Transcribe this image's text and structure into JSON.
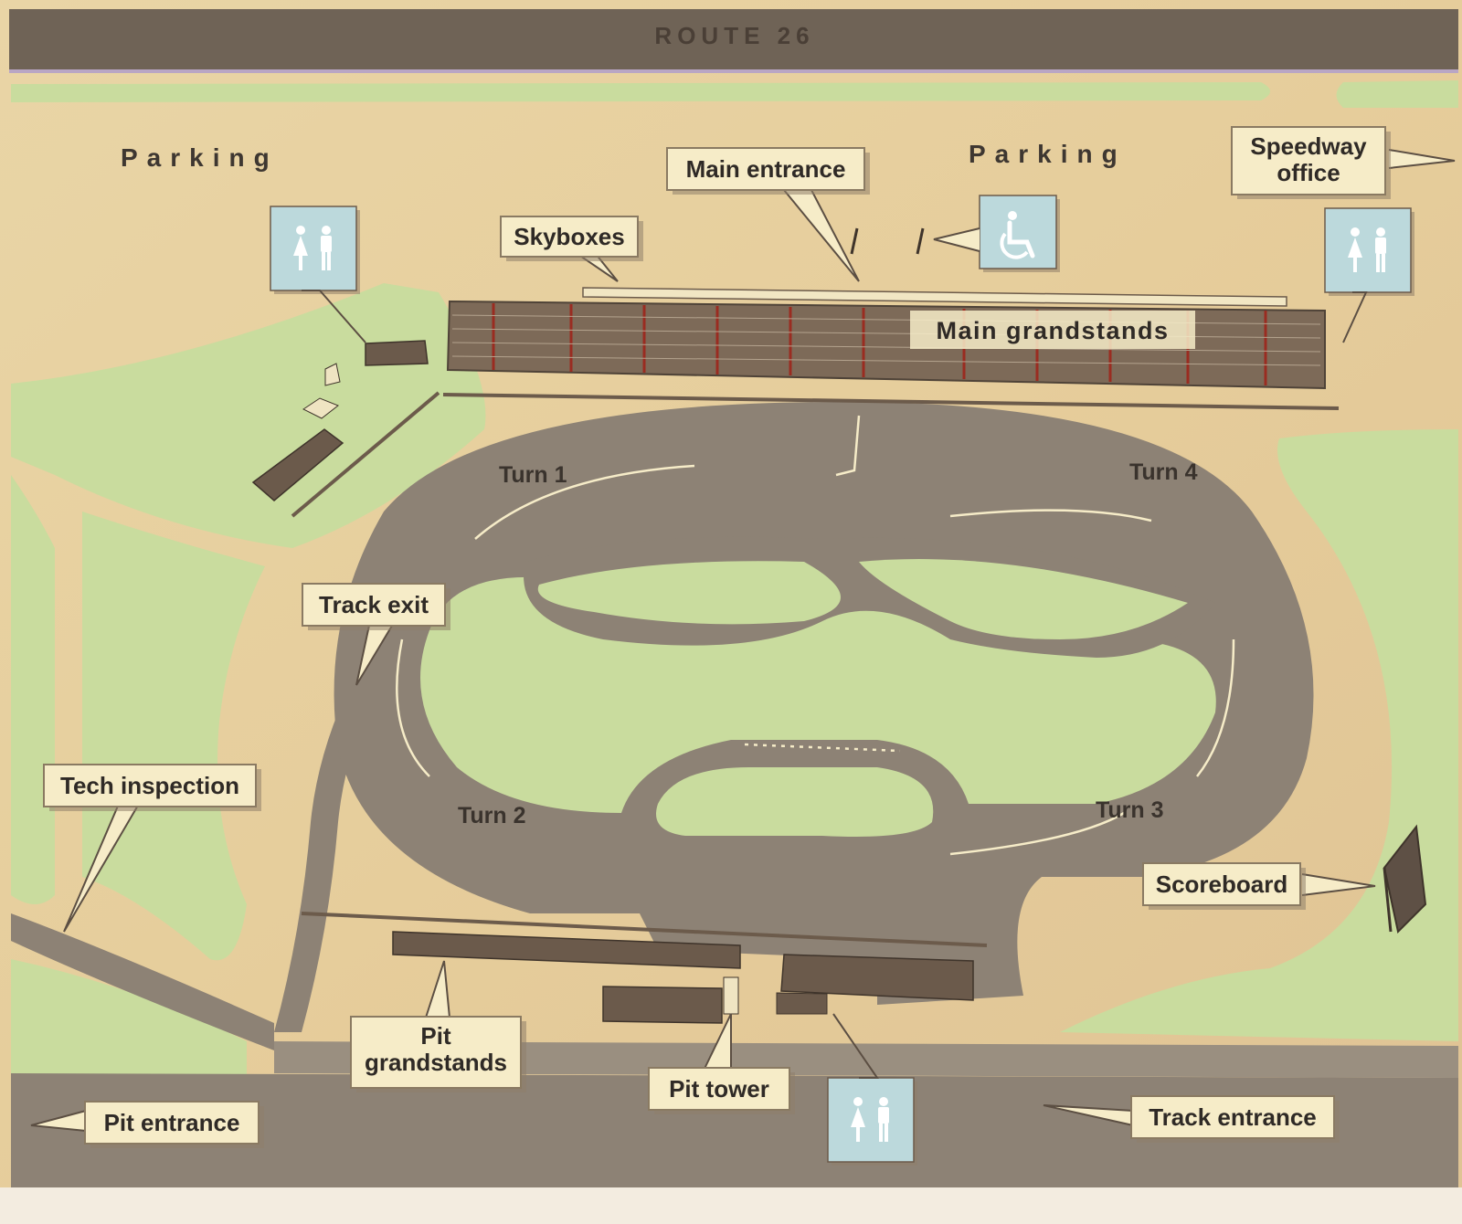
{
  "road": {
    "name": "ROUTE 26"
  },
  "parking": {
    "left": "Parking",
    "right": "Parking"
  },
  "callouts": {
    "main_entrance": "Main entrance",
    "speedway_office_line1": "Speedway",
    "speedway_office_line2": "office",
    "skyboxes": "Skyboxes",
    "main_grandstands": "Main grandstands",
    "track_exit": "Track exit",
    "tech_inspection": "Tech inspection",
    "scoreboard": "Scoreboard",
    "pit_grandstands_line1": "Pit",
    "pit_grandstands_line2": "grandstands",
    "pit_tower": "Pit tower",
    "pit_entrance": "Pit entrance",
    "track_entrance": "Track entrance"
  },
  "turns": {
    "turn1": "Turn 1",
    "turn2": "Turn 2",
    "turn3": "Turn 3",
    "turn4": "Turn 4"
  },
  "icons": {
    "restroom": "restroom-icon",
    "accessible_parking": "wheelchair-icon"
  },
  "colors": {
    "grass": "#c9dc9e",
    "paper": "#e8d2a4",
    "asphalt": "#8d8275",
    "route": "#6f6356",
    "label_box": "#f6ecc8",
    "icon_panel": "#bcd9dc"
  }
}
